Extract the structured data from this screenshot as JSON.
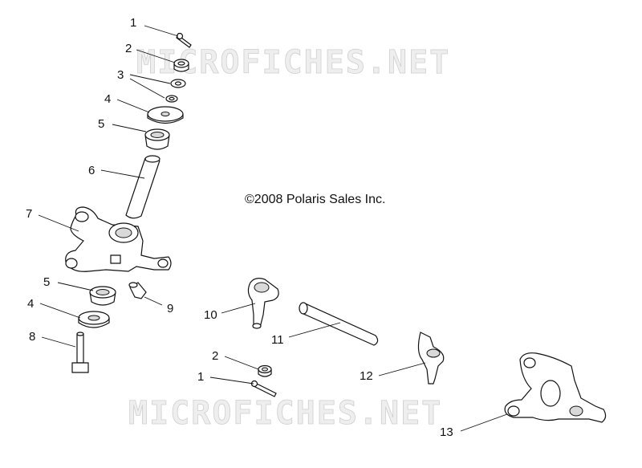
{
  "watermark": "MICROFICHES.NET",
  "copyright": "©2008 Polaris Sales Inc.",
  "callouts": [
    {
      "id": "c1a",
      "text": "1"
    },
    {
      "id": "c2a",
      "text": "2"
    },
    {
      "id": "c3",
      "text": "3"
    },
    {
      "id": "c4a",
      "text": "4"
    },
    {
      "id": "c5a",
      "text": "5"
    },
    {
      "id": "c6",
      "text": "6"
    },
    {
      "id": "c7",
      "text": "7"
    },
    {
      "id": "c5b",
      "text": "5"
    },
    {
      "id": "c4b",
      "text": "4"
    },
    {
      "id": "c8",
      "text": "8"
    },
    {
      "id": "c9",
      "text": "9"
    },
    {
      "id": "c10",
      "text": "10"
    },
    {
      "id": "c11",
      "text": "11"
    },
    {
      "id": "c2b",
      "text": "2"
    },
    {
      "id": "c1b",
      "text": "1"
    },
    {
      "id": "c12",
      "text": "12"
    },
    {
      "id": "c13",
      "text": "13"
    }
  ]
}
